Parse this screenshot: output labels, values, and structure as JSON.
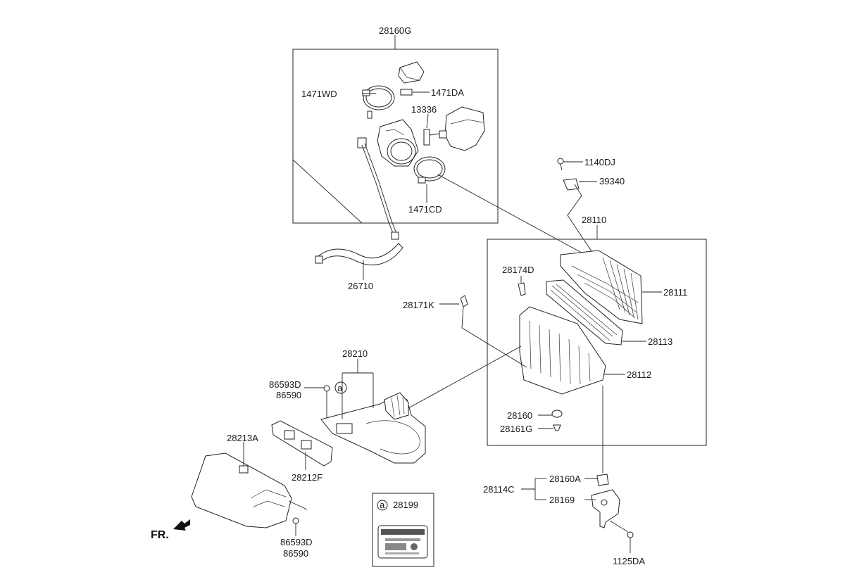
{
  "callouts": {
    "c28160G": "28160G",
    "c1471WD": "1471WD",
    "c1471DA": "1471DA",
    "c13336": "13336",
    "c1471CD": "1471CD",
    "c1140DJ": "1140DJ",
    "c39340": "39340",
    "c28110": "28110",
    "c26710": "26710",
    "c28174D": "28174D",
    "c28111": "28111",
    "c28171K": "28171K",
    "c28113": "28113",
    "c28210": "28210",
    "c28112": "28112",
    "c86593D_top": "86593D",
    "c86590_top": "86590",
    "c28160": "28160",
    "c28161G": "28161G",
    "c28213A": "28213A",
    "c28212F": "28212F",
    "c28160A": "28160A",
    "c28114C": "28114C",
    "c28169": "28169",
    "c28199": "28199",
    "c86593D_bot": "86593D",
    "c86590_bot": "86590",
    "c1125DA": "1125DA"
  },
  "circle_ref": "a",
  "direction_label": "FR."
}
